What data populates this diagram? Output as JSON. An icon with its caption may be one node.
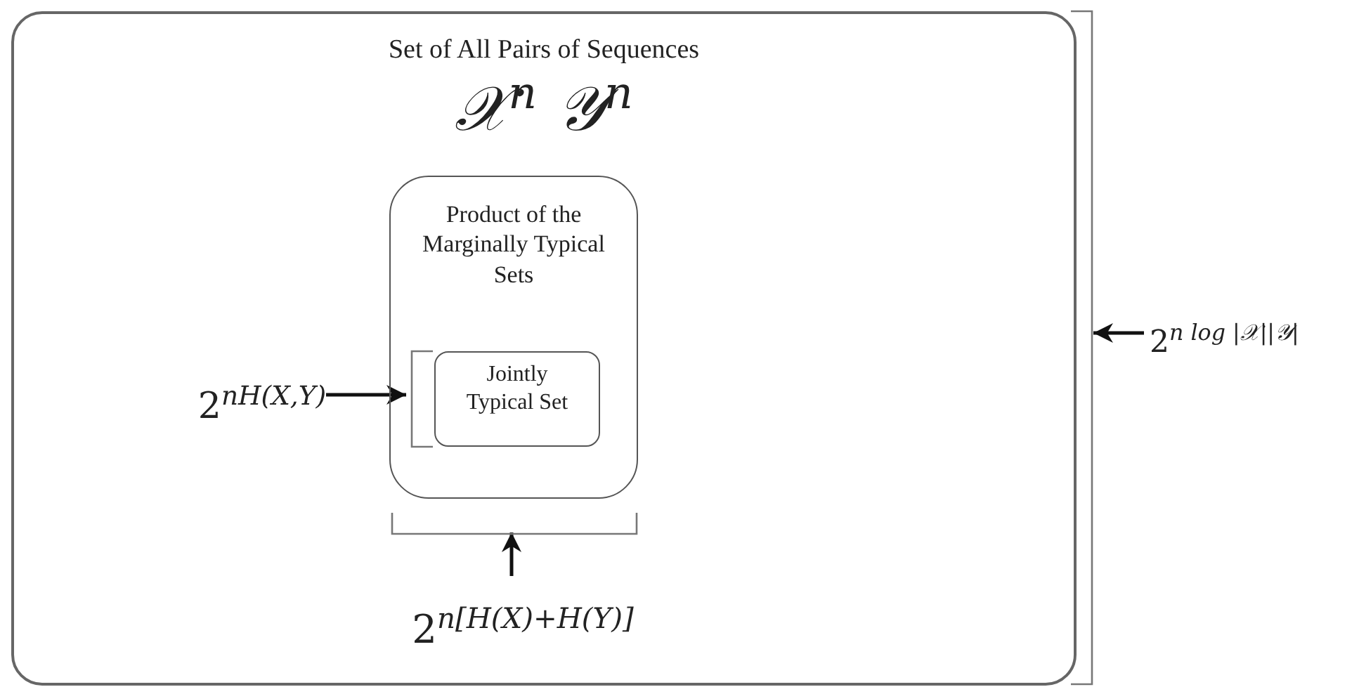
{
  "diagram": {
    "nodes": [
      {
        "text": [
          "Set of All Pairs of Sequences",
          "𝒳$^{n}$ 𝒴$^{n}$"
        ]
      },
      {
        "text": [
          "Product of the Marginally Typical Sets"
        ],
        "in": 0
      },
      {
        "text": [
          "Jointly Typical Set"
        ],
        "in": 1
      },
      {
        "text": [],
        "shape": "bar",
        "in": 1
      },
      {
        "text": [
          "2$^{nH(X,Y)}$"
        ],
        "in": 0
      },
      {
        "text": [],
        "shape": "bar",
        "in": 0
      },
      {
        "text": [
          "2$^{n[H(X)+H(Y)]}$"
        ],
        "in": 0
      },
      {
        "text": [],
        "shape": "bar"
      },
      {
        "text": [
          "2$^{n log |𝒳||𝒴|}$"
        ]
      }
    ],
    "edges": [
      {
        "from": 4,
        "to": 3,
        "arrow": "to"
      },
      {
        "from": 6,
        "to": 5,
        "arrow": "to"
      },
      {
        "from": 8,
        "to": 7,
        "arrow": "to"
      }
    ]
  }
}
